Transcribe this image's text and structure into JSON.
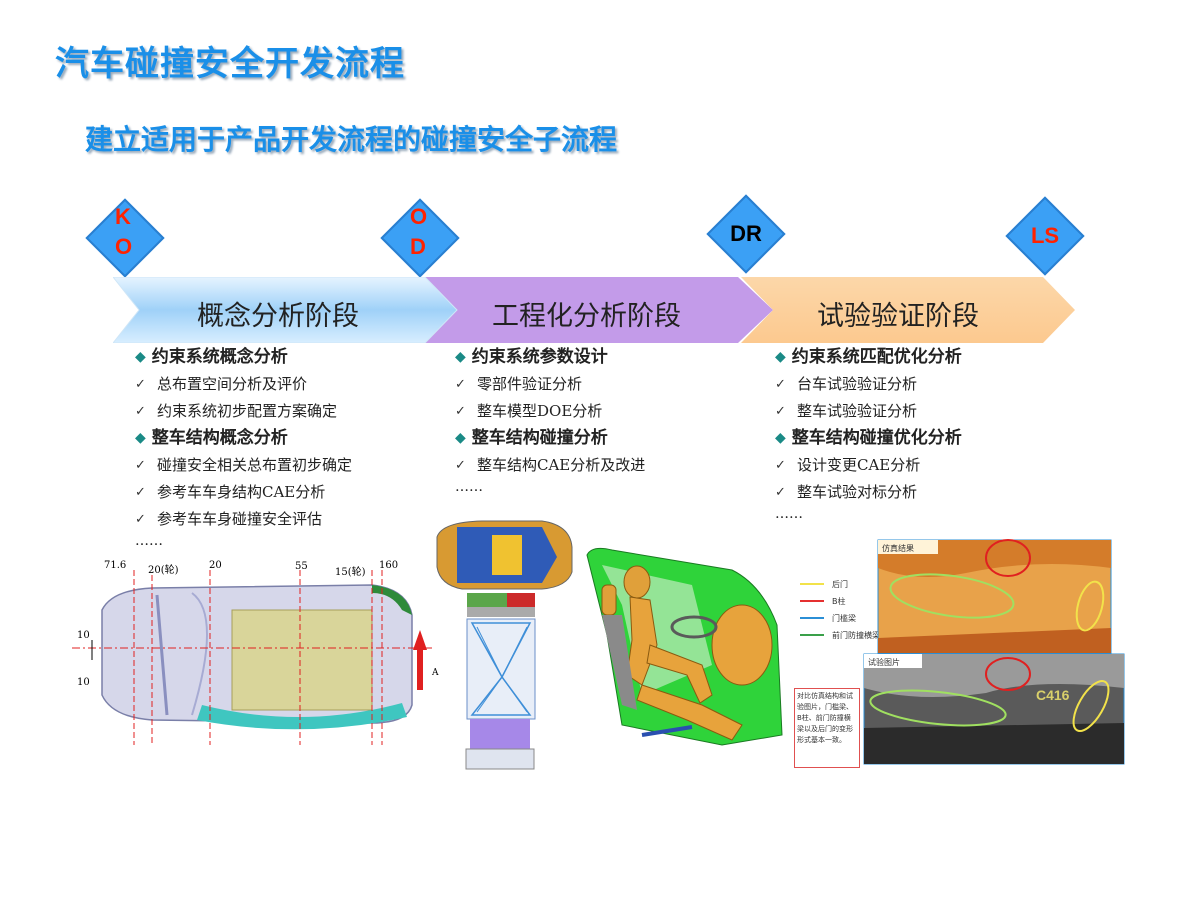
{
  "title": "汽车碰撞安全开发流程",
  "subtitle": "建立适用于产品开发流程的碰撞安全子流程",
  "milestones": [
    {
      "id": "KO",
      "chars": [
        "K",
        "O"
      ],
      "color": "#ff2200"
    },
    {
      "id": "OD",
      "chars": [
        "O",
        "D"
      ],
      "color": "#ff2200"
    },
    {
      "id": "DR",
      "label": "DR",
      "color": "#000000"
    },
    {
      "id": "LS",
      "label": "LS",
      "color": "#ff2200"
    }
  ],
  "phases": [
    {
      "label": "概念分析阶段",
      "color": "#a9d6f7"
    },
    {
      "label": "工程化分析阶段",
      "color": "#c9a6ef"
    },
    {
      "label": "试验验证阶段",
      "color": "#fccf9a"
    }
  ],
  "columns": [
    {
      "groups": [
        {
          "heading": "约束系统概念分析",
          "items": [
            "总布置空间分析及评价",
            "约束系统初步配置方案确定"
          ]
        },
        {
          "heading": "整车结构概念分析",
          "items": [
            "碰撞安全相关总布置初步确定",
            "参考车车身结构CAE分析",
            "参考车车身碰撞安全评估"
          ]
        }
      ],
      "ellipsis": "……"
    },
    {
      "groups": [
        {
          "heading": "约束系统参数设计",
          "items": [
            "零部件验证分析",
            "整车模型DOE分析"
          ]
        },
        {
          "heading": "整车结构碰撞分析",
          "items": [
            "整车结构CAE分析及改进"
          ]
        }
      ],
      "ellipsis": "……"
    },
    {
      "groups": [
        {
          "heading": "约束系统匹配优化分析",
          "items": [
            "台车试验验证分析",
            " 整车试验验证分析"
          ]
        },
        {
          "heading": "整车结构碰撞优化分析",
          "items": [
            "设计变更CAE分析",
            " 整车试验对标分析"
          ]
        }
      ],
      "ellipsis": "……"
    }
  ],
  "figures": {
    "car_dims": {
      "d1": "71.6",
      "d2": "20(轮)",
      "d3": "20",
      "d4": "55",
      "d5": "15(轮)",
      "d6": "160",
      "d7": "10",
      "d8": "10",
      "arrow_label": "A"
    },
    "comparison": {
      "sim_label": "仿真结果",
      "test_label": "试验图片",
      "legend": [
        "后门",
        "B柱",
        "门槛梁",
        "前门防撞横梁"
      ],
      "legend_colors": [
        "#f2e24a",
        "#e53030",
        "#2b8fd6",
        "#3aa04a"
      ],
      "note": "对比仿真结构和试验图片，门槛梁、B柱、前门防撞横梁以及后门的变形形式基本一致。",
      "watermark": "C416"
    }
  }
}
